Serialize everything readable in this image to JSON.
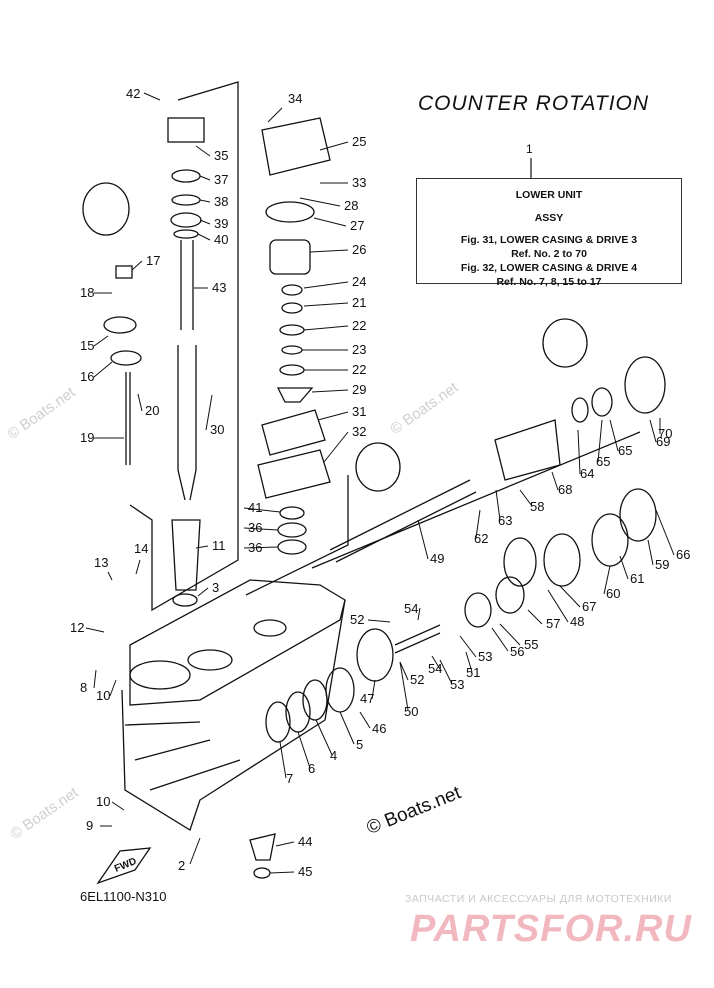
{
  "diagram": {
    "title": "COUNTER ROTATION",
    "legend_ref": "1",
    "legend_lines": [
      "LOWER UNIT",
      "ASSY",
      "Fig. 31, LOWER CASING & DRIVE 3",
      "Ref. No. 2 to 70",
      "Fig. 32, LOWER CASING & DRIVE 4",
      "Ref. No. 7, 8, 15 to 17"
    ],
    "diagram_code": "6EL1100-N310",
    "copyright": "© Boats.net",
    "fwd_label": "FWD",
    "watermark": "© Boats.net",
    "part_labels": [
      "42",
      "35",
      "37",
      "38",
      "39",
      "40",
      "43",
      "17",
      "18",
      "15",
      "16",
      "20",
      "30",
      "19",
      "34",
      "25",
      "33",
      "28",
      "27",
      "26",
      "24",
      "21",
      "22",
      "23",
      "22",
      "29",
      "31",
      "32",
      "41",
      "36",
      "36",
      "11",
      "3",
      "13",
      "14",
      "12",
      "8",
      "10",
      "10",
      "9",
      "2",
      "44",
      "45",
      "7",
      "6",
      "4",
      "5",
      "47",
      "46",
      "50",
      "52",
      "52",
      "54",
      "54",
      "53",
      "53",
      "51",
      "55",
      "56",
      "57",
      "48",
      "67",
      "60",
      "61",
      "59",
      "66",
      "49",
      "62",
      "63",
      "58",
      "68",
      "64",
      "65",
      "65",
      "69",
      "70"
    ]
  },
  "footer": {
    "shop_tagline": "ЗАПЧАСТИ И АКСЕССУАРЫ ДЛЯ МОТОТЕХНИКИ",
    "shop_logo": "PARTSFOR.RU"
  }
}
